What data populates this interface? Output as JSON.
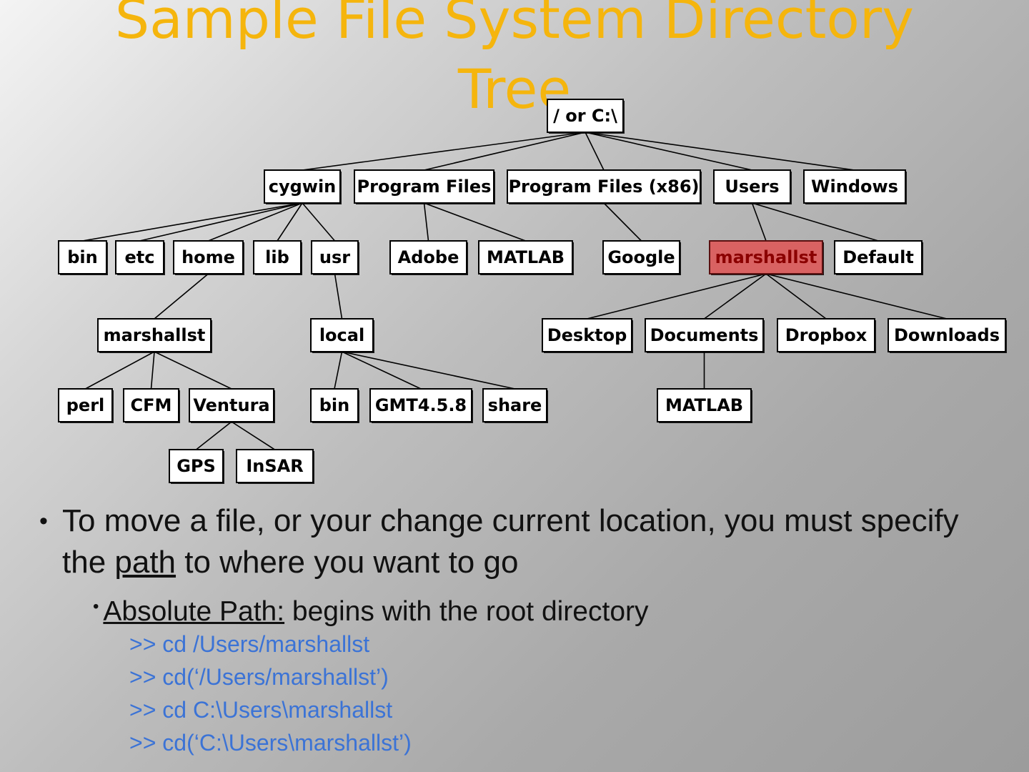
{
  "title": {
    "line1": "Sample File System Directory",
    "line2": "Tree"
  },
  "tree": {
    "nodes": [
      {
        "id": "root",
        "label": "/ or C:\\"
      },
      {
        "id": "cygwin",
        "label": "cygwin"
      },
      {
        "id": "progfiles",
        "label": "Program Files"
      },
      {
        "id": "progfiles86",
        "label": "Program Files (x86)"
      },
      {
        "id": "users",
        "label": "Users"
      },
      {
        "id": "windows",
        "label": "Windows"
      },
      {
        "id": "bin1",
        "label": "bin"
      },
      {
        "id": "etc",
        "label": "etc"
      },
      {
        "id": "home",
        "label": "home"
      },
      {
        "id": "lib",
        "label": "lib"
      },
      {
        "id": "usr",
        "label": "usr"
      },
      {
        "id": "adobe",
        "label": "Adobe"
      },
      {
        "id": "matlab1",
        "label": "MATLAB"
      },
      {
        "id": "google",
        "label": "Google"
      },
      {
        "id": "marshallst_users",
        "label": "marshallst",
        "highlighted": true
      },
      {
        "id": "default",
        "label": "Default"
      },
      {
        "id": "marshallst_home",
        "label": "marshallst"
      },
      {
        "id": "local",
        "label": "local"
      },
      {
        "id": "desktop",
        "label": "Desktop"
      },
      {
        "id": "documents",
        "label": "Documents"
      },
      {
        "id": "dropbox",
        "label": "Dropbox"
      },
      {
        "id": "downloads",
        "label": "Downloads"
      },
      {
        "id": "perl",
        "label": "perl"
      },
      {
        "id": "cfm",
        "label": "CFM"
      },
      {
        "id": "ventura",
        "label": "Ventura"
      },
      {
        "id": "bin2",
        "label": "bin"
      },
      {
        "id": "gmt",
        "label": "GMT4.5.8"
      },
      {
        "id": "share",
        "label": "share"
      },
      {
        "id": "matlab2",
        "label": "MATLAB"
      },
      {
        "id": "gps",
        "label": "GPS"
      },
      {
        "id": "insar",
        "label": "InSAR"
      }
    ],
    "edges": [
      [
        "root",
        "cygwin"
      ],
      [
        "root",
        "progfiles"
      ],
      [
        "root",
        "progfiles86"
      ],
      [
        "root",
        "users"
      ],
      [
        "root",
        "windows"
      ],
      [
        "cygwin",
        "bin1"
      ],
      [
        "cygwin",
        "etc"
      ],
      [
        "cygwin",
        "home"
      ],
      [
        "cygwin",
        "lib"
      ],
      [
        "cygwin",
        "usr"
      ],
      [
        "progfiles",
        "adobe"
      ],
      [
        "progfiles",
        "matlab1"
      ],
      [
        "progfiles86",
        "google"
      ],
      [
        "users",
        "marshallst_users"
      ],
      [
        "users",
        "default"
      ],
      [
        "home",
        "marshallst_home"
      ],
      [
        "usr",
        "local"
      ],
      [
        "marshallst_users",
        "desktop"
      ],
      [
        "marshallst_users",
        "documents"
      ],
      [
        "marshallst_users",
        "dropbox"
      ],
      [
        "marshallst_users",
        "downloads"
      ],
      [
        "marshallst_home",
        "perl"
      ],
      [
        "marshallst_home",
        "cfm"
      ],
      [
        "marshallst_home",
        "ventura"
      ],
      [
        "local",
        "bin2"
      ],
      [
        "local",
        "gmt"
      ],
      [
        "local",
        "share"
      ],
      [
        "documents",
        "matlab2"
      ],
      [
        "ventura",
        "gps"
      ],
      [
        "ventura",
        "insar"
      ]
    ]
  },
  "bullet1": {
    "pre": "To move a file, or your change current location, you must specify the ",
    "term": "path",
    "post": " to where you want to go"
  },
  "bullet2": {
    "term": "Absolute Path:",
    "text": " begins with the root directory"
  },
  "commands": [
    ">> cd /Users/marshallst",
    ">> cd(‘/Users/marshallst’)",
    ">> cd C:\\Users\\marshallst",
    ">> cd(‘C:\\Users\\marshallst’)"
  ]
}
